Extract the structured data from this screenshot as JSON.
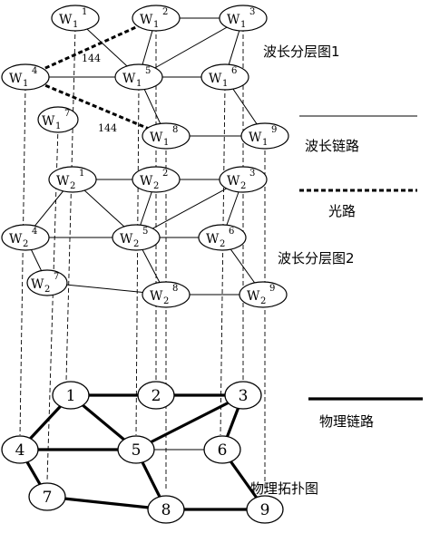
{
  "layer1": {
    "title": "波长分层图1",
    "nodes": [
      {
        "base": "W",
        "sub": "1",
        "sup": "1"
      },
      {
        "base": "W",
        "sub": "1",
        "sup": "2"
      },
      {
        "base": "W",
        "sub": "1",
        "sup": "3"
      },
      {
        "base": "W",
        "sub": "1",
        "sup": "4"
      },
      {
        "base": "W",
        "sub": "1",
        "sup": "5"
      },
      {
        "base": "W",
        "sub": "1",
        "sup": "6"
      },
      {
        "base": "W",
        "sub": "1",
        "sup": "7"
      },
      {
        "base": "W",
        "sub": "1",
        "sup": "8"
      },
      {
        "base": "W",
        "sub": "1",
        "sup": "9"
      }
    ],
    "capacity_labels": [
      "144",
      "144"
    ]
  },
  "layer2": {
    "title": "波长分层图2",
    "nodes": [
      {
        "base": "W",
        "sub": "2",
        "sup": "1"
      },
      {
        "base": "W",
        "sub": "2",
        "sup": "2"
      },
      {
        "base": "W",
        "sub": "2",
        "sup": "3"
      },
      {
        "base": "W",
        "sub": "2",
        "sup": "4"
      },
      {
        "base": "W",
        "sub": "2",
        "sup": "5"
      },
      {
        "base": "W",
        "sub": "2",
        "sup": "6"
      },
      {
        "base": "W",
        "sub": "2",
        "sup": "7"
      },
      {
        "base": "W",
        "sub": "2",
        "sup": "8"
      },
      {
        "base": "W",
        "sub": "2",
        "sup": "9"
      }
    ]
  },
  "physical": {
    "title": "物理拓扑图",
    "nodes": [
      "1",
      "2",
      "3",
      "4",
      "5",
      "6",
      "7",
      "8",
      "9"
    ]
  },
  "legend": {
    "wavelength_link": "波长链路",
    "optical_path": "光路",
    "physical_link": "物理链路"
  }
}
